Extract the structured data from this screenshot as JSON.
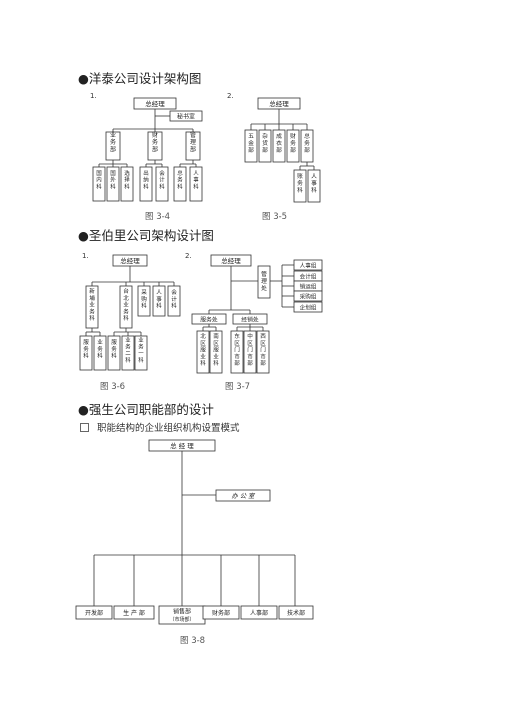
{
  "sections": [
    {
      "bullet": "●",
      "title": "洋泰公司设计架构图"
    },
    {
      "bullet": "●",
      "title": "圣伯里公司架构设计图"
    },
    {
      "bullet": "●",
      "title": "强生公司职能部的设计"
    }
  ],
  "subheading": "职能结构的企业组织机构设置模式",
  "figure_labels": {
    "n1": "1.",
    "n2": "2.",
    "n3": "1.",
    "n4": "2."
  },
  "captions": {
    "f34": "图 3-4",
    "f35": "图 3-5",
    "f36": "图 3-6",
    "f37": "图 3-7",
    "f38": "图 3-8"
  },
  "fig34": {
    "root": "总经理",
    "secretary": "秘书室",
    "mid": [
      "业务部",
      "财务部",
      "管理部"
    ],
    "leaves": [
      "国内科",
      "国外科",
      "选择科",
      "出纳科",
      "会计科",
      "总务科",
      "人事科"
    ]
  },
  "fig35": {
    "root": "总经理",
    "children": [
      "五金部",
      "杂货部",
      "成衣部",
      "财务部",
      "总务部"
    ],
    "leaves": [
      "账务科",
      "人事科"
    ]
  },
  "fig36": {
    "root": "总经理",
    "mid": [
      "新埔业务科",
      "台北业务科",
      "采购科",
      "人事科",
      "会计科"
    ],
    "leaves": [
      "服务科",
      "业务科",
      "服务科",
      "业务二科",
      "业务一科"
    ]
  },
  "fig37": {
    "root": "总经理",
    "mgmt": "管理处",
    "staff": [
      "人事组",
      "会计组",
      "销运组",
      "采购组",
      "企划组"
    ],
    "divisions": [
      "服务处",
      "经销处"
    ],
    "leaves": [
      "北区服业科",
      "南区服业科",
      "东区门市部",
      "中区门市部",
      "西区门市部"
    ]
  },
  "fig38": {
    "root": "总 经 理",
    "office": "办 公 室",
    "depts": [
      "开发部",
      "生 产 部",
      "销售部",
      "财务部",
      "人事部",
      "技术部"
    ],
    "sales_note": "（市场部）"
  }
}
